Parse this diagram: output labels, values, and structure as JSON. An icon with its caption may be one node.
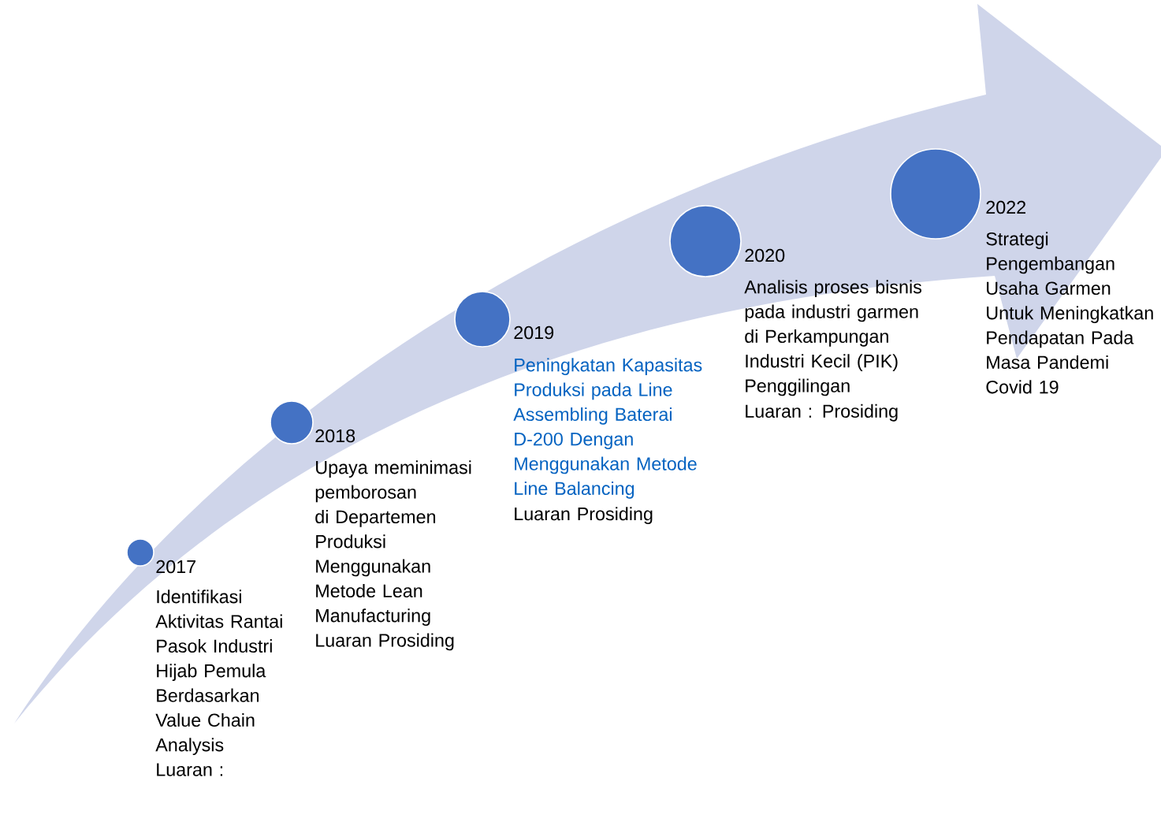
{
  "diagram": {
    "nodes": [
      {
        "text": [],
        "shape": "circle",
        "beside": [
          "2017",
          "Identifikasi Aktivitas Rantai Pasok Industri Hijab Pemula Berdasarkan Value Chain Analysis",
          "Luaran :"
        ]
      },
      {
        "text": [],
        "shape": "circle",
        "beside": [
          "2018",
          "Upaya meminimasi pemborosan di Departemen Produksi Menggunakan Metode Lean Manufacturing Luaran Prosiding"
        ]
      },
      {
        "text": [],
        "shape": "circle",
        "beside": [
          "2019",
          "Peningkatan Kapasitas Produksi pada Line Assembling Baterai D-200 Dengan Menggunakan Metode Line Balancing",
          "Luaran Prosiding"
        ]
      },
      {
        "text": [],
        "shape": "circle",
        "beside": [
          "2020",
          "Analisis proses bisnis pada industri garmen di Perkampungan Industri Kecil (PIK) Penggilingan",
          "Luaran : Prosiding"
        ]
      },
      {
        "text": [],
        "shape": "circle",
        "beside": [
          "2022",
          "Strategi Pengembangan Usaha Garmen Untuk Meningkatkan Pendapatan Pada Masa Pandemi Covid 19"
        ]
      }
    ]
  }
}
